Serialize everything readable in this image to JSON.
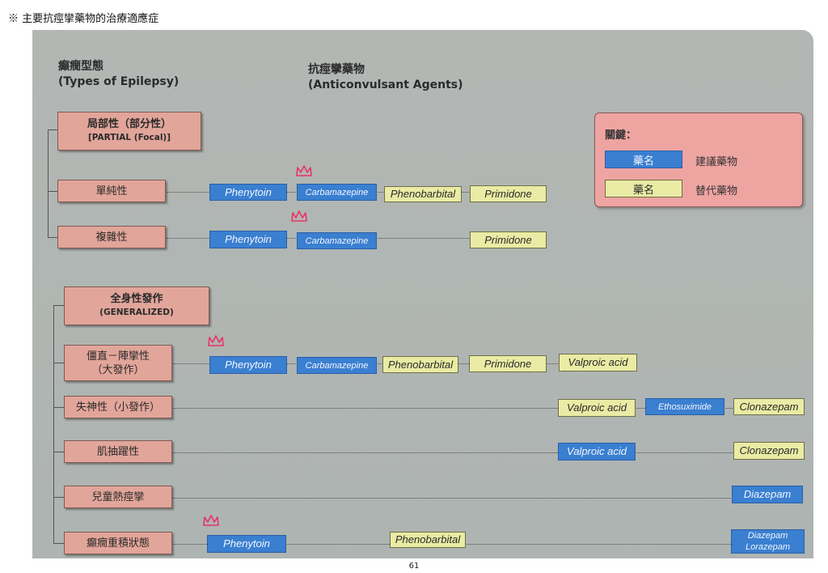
{
  "page_title": "※ 主要抗痙攣藥物的治療適應症",
  "page_number": "61",
  "colors": {
    "recommended": "#3a7fd0",
    "alternative": "#eaeba4",
    "type_box": "#e2a59a",
    "legend_bg": "#eea5a2",
    "crown_mark": "#e8326a"
  },
  "headers": {
    "types_zh": "癲癇型態",
    "types_en": "(Types of Epilepsy)",
    "agents_zh": "抗痙攣藥物",
    "agents_en": "(Anticonvulsant Agents)"
  },
  "groups": {
    "partial": {
      "zh": "局部性（部分性）",
      "en": "[PARTIAL (Focal)]"
    },
    "generalized": {
      "zh": "全身性發作",
      "en": "(GENERALIZED)"
    }
  },
  "rows": {
    "simple": {
      "label": "單純性",
      "drugs": [
        {
          "name": "Phenytoin",
          "kind": "recommended"
        },
        {
          "name": "Carbamazepine",
          "kind": "recommended"
        },
        {
          "name": "Phenobarbital",
          "kind": "alternative"
        },
        {
          "name": "Primidone",
          "kind": "alternative"
        }
      ]
    },
    "complex": {
      "label": "複雜性",
      "drugs": [
        {
          "name": "Phenytoin",
          "kind": "recommended"
        },
        {
          "name": "Carbamazepine",
          "kind": "recommended"
        },
        {
          "name": "Primidone",
          "kind": "alternative"
        }
      ]
    },
    "tonic_clonic": {
      "label_line1": "僵直－陣攣性",
      "label_line2": "（大發作）",
      "drugs": [
        {
          "name": "Phenytoin",
          "kind": "recommended"
        },
        {
          "name": "Carbamazepine",
          "kind": "recommended"
        },
        {
          "name": "Phenobarbital",
          "kind": "alternative"
        },
        {
          "name": "Primidone",
          "kind": "alternative"
        },
        {
          "name": "Valproic acid",
          "kind": "alternative"
        }
      ]
    },
    "absence": {
      "label": "失神性（小發作）",
      "drugs": [
        {
          "name": "Valproic acid",
          "kind": "alternative"
        },
        {
          "name": "Ethosuximide",
          "kind": "recommended"
        },
        {
          "name": "Clonazepam",
          "kind": "alternative"
        }
      ]
    },
    "myoclonic": {
      "label": "肌抽躍性",
      "drugs": [
        {
          "name": "Valproic acid",
          "kind": "recommended"
        },
        {
          "name": "Clonazepam",
          "kind": "alternative"
        }
      ]
    },
    "febrile": {
      "label": "兒童熱痙攣",
      "drugs": [
        {
          "name": "Diazepam",
          "kind": "recommended"
        }
      ]
    },
    "status": {
      "label": "癲癇重積狀態",
      "drugs": [
        {
          "name": "Phenytoin",
          "kind": "recommended"
        },
        {
          "name": "Phenobarbital",
          "kind": "alternative"
        },
        {
          "name": "Diazepam",
          "kind": "recommended"
        },
        {
          "name": "Lorazepam",
          "kind": "recommended"
        }
      ]
    }
  },
  "legend": {
    "title": "關鍵：",
    "rec_swatch": "藥名",
    "rec_desc": "建議藥物",
    "alt_swatch": "藥名",
    "alt_desc": "替代藥物"
  }
}
